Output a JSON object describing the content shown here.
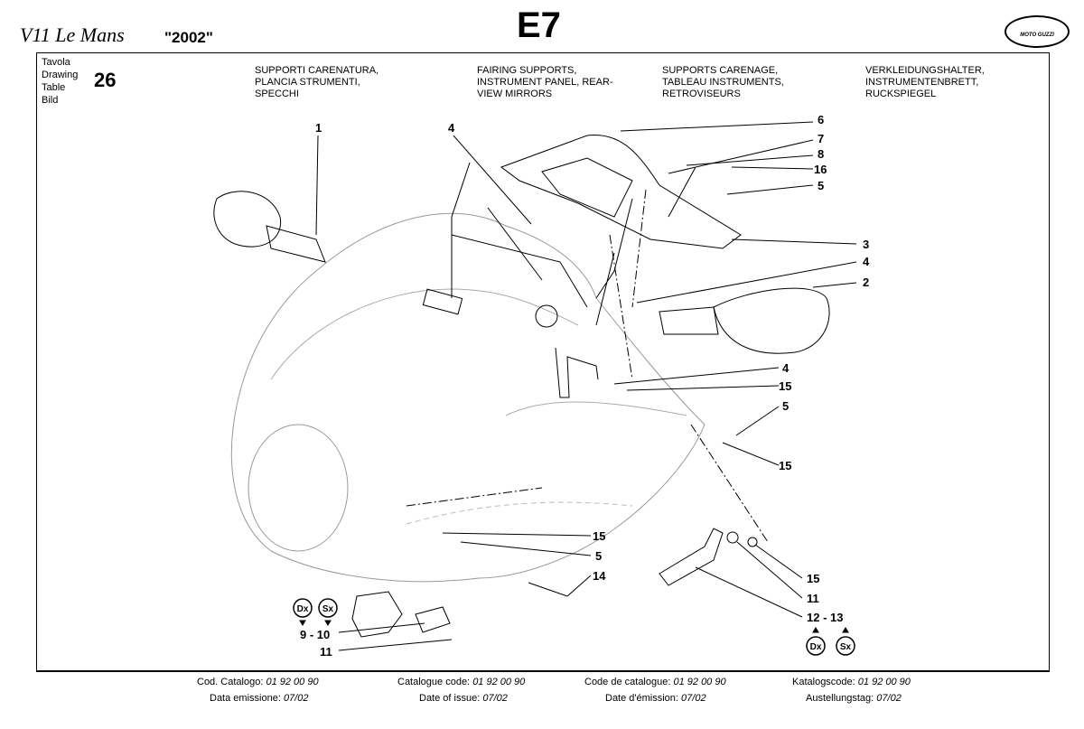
{
  "header": {
    "model": "V11 Le Mans",
    "year": "\"2002\"",
    "sheet": "E7",
    "brand": "MOTO GUZZI"
  },
  "table": {
    "labels": [
      "Tavola",
      "Drawing",
      "Table",
      "Bild"
    ],
    "number": "26"
  },
  "titles": {
    "it": "SUPPORTI CARENATURA,\nPLANCIA STRUMENTI,\nSPECCHI",
    "en": "FAIRING SUPPORTS,\nINSTRUMENT PANEL, REAR-\nVIEW MIRRORS",
    "fr": "SUPPORTS CARENAGE,\nTABLEAU INSTRUMENTS,\nRETROVISEURS",
    "de": "VERKLEIDUNGSHALTER,\nINSTRUMENTENBRETT,\nRUCKSPIEGEL"
  },
  "footer": {
    "cat": [
      {
        "label": "Cod. Catalogo:",
        "value": "01 92 00 90"
      },
      {
        "label": "Catalogue code:",
        "value": "01 92 00 90"
      },
      {
        "label": "Code de catalogue:",
        "value": "01 92 00 90"
      },
      {
        "label": "Katalogscode:",
        "value": "01 92 00 90"
      }
    ],
    "date": [
      {
        "label": "Data emissione:",
        "value": "07/02"
      },
      {
        "label": "Date of issue:",
        "value": "07/02"
      },
      {
        "label": "Date d'émission:",
        "value": "07/02"
      },
      {
        "label": "Austellungstag:",
        "value": "07/02"
      }
    ]
  },
  "callouts": {
    "c1": "1",
    "c4a": "4",
    "c6": "6",
    "c7": "7",
    "c8": "8",
    "c16": "16",
    "c5a": "5",
    "c3": "3",
    "c4b": "4",
    "c2": "2",
    "c4c": "4",
    "c15a": "15",
    "c5b": "5",
    "c15b": "15",
    "c15c": "15",
    "c5c": "5",
    "c14": "14",
    "c15d": "15",
    "c11a": "11",
    "c1213": "12 - 13",
    "c910": "9 - 10",
    "c11b": "11"
  },
  "badges": {
    "dx": "Dx",
    "sx": "Sx"
  }
}
